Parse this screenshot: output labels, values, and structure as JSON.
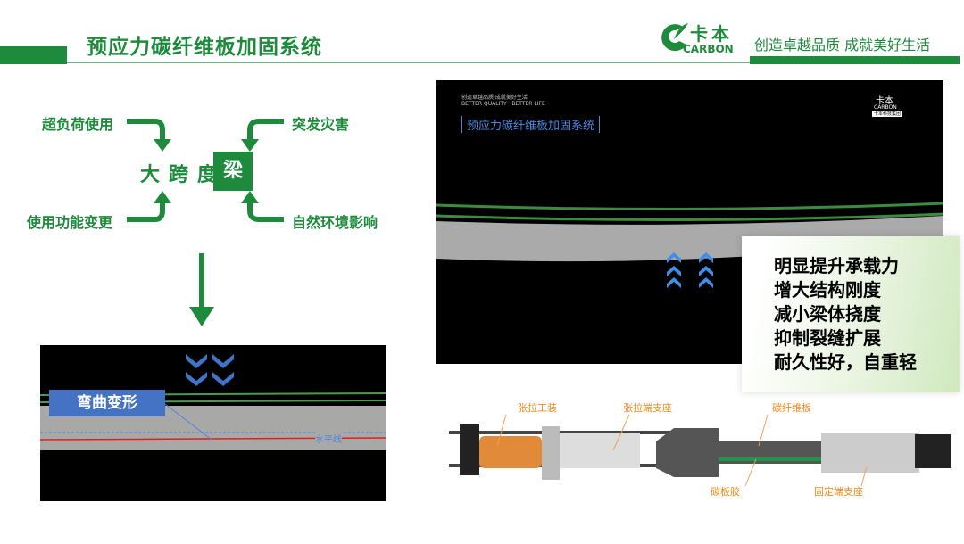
{
  "header": {
    "title": "预应力碳纤维板加固系统",
    "tagline": "创造卓越品质 成就美好生活",
    "logo_cn": "卡本",
    "logo_en": "CARBON"
  },
  "diagram": {
    "center": "大跨度",
    "beam": "梁",
    "causes": [
      "超负荷使用",
      "突发灾害",
      "使用功能变更",
      "自然环境影响"
    ]
  },
  "deformation": {
    "label": "弯曲变形",
    "horizontal": "水平线"
  },
  "video": {
    "slogan_cn": "创造卓越品质·成就美好生活",
    "slogan_en": "BETTER QUALITY · BETTER LIFE",
    "title": "预应力碳纤维板加固系统",
    "logo_cn": "卡本",
    "logo_en": "CARBON",
    "logo_sub": "卡本科技集团"
  },
  "benefits": [
    "明显提升承载力",
    "增大结构刚度",
    "减小梁体挠度",
    "抑制裂缝扩展",
    "耐久性好，自重轻"
  ],
  "components": [
    "张拉工装",
    "张拉端支座",
    "碳纤维板",
    "碳板胶",
    "固定端支座"
  ],
  "colors": {
    "brand": "#1d8a3c",
    "accent_blue": "#3f74c8",
    "callout": "#f08a1c"
  }
}
